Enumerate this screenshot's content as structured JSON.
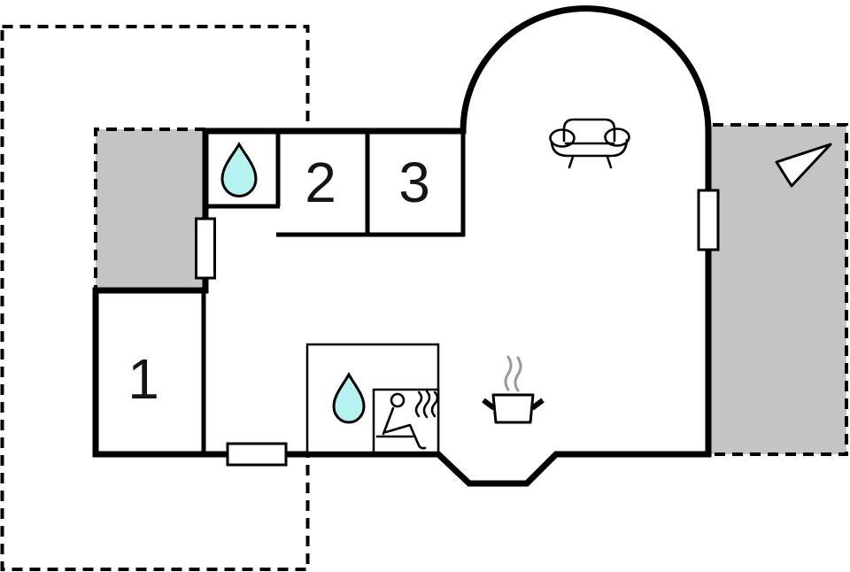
{
  "plan": {
    "kind": "floor-plan",
    "rooms": [
      {
        "id": "room-1",
        "label": "1"
      },
      {
        "id": "room-2",
        "label": "2"
      },
      {
        "id": "room-3",
        "label": "3"
      }
    ],
    "features": [
      "terrace-left-light",
      "terrace-left-dark",
      "terrace-right-dark",
      "bathroom-water-drop",
      "sauna-room",
      "sauna-cabin",
      "sauna-water-drop",
      "sauna-person",
      "heat-waves",
      "cooking-pot",
      "steam",
      "sofa",
      "window-left",
      "window-right",
      "window-bottom",
      "bay-window",
      "north-arrow"
    ]
  },
  "colors": {
    "background": "#ffffff",
    "terrace_light": "#e9e9e9",
    "terrace_dark": "#c4c4c4",
    "wall": "#000000",
    "water_drop_fill": "#b5f2f0",
    "steam_gray": "#999999",
    "interior_white": "#ffffff"
  }
}
